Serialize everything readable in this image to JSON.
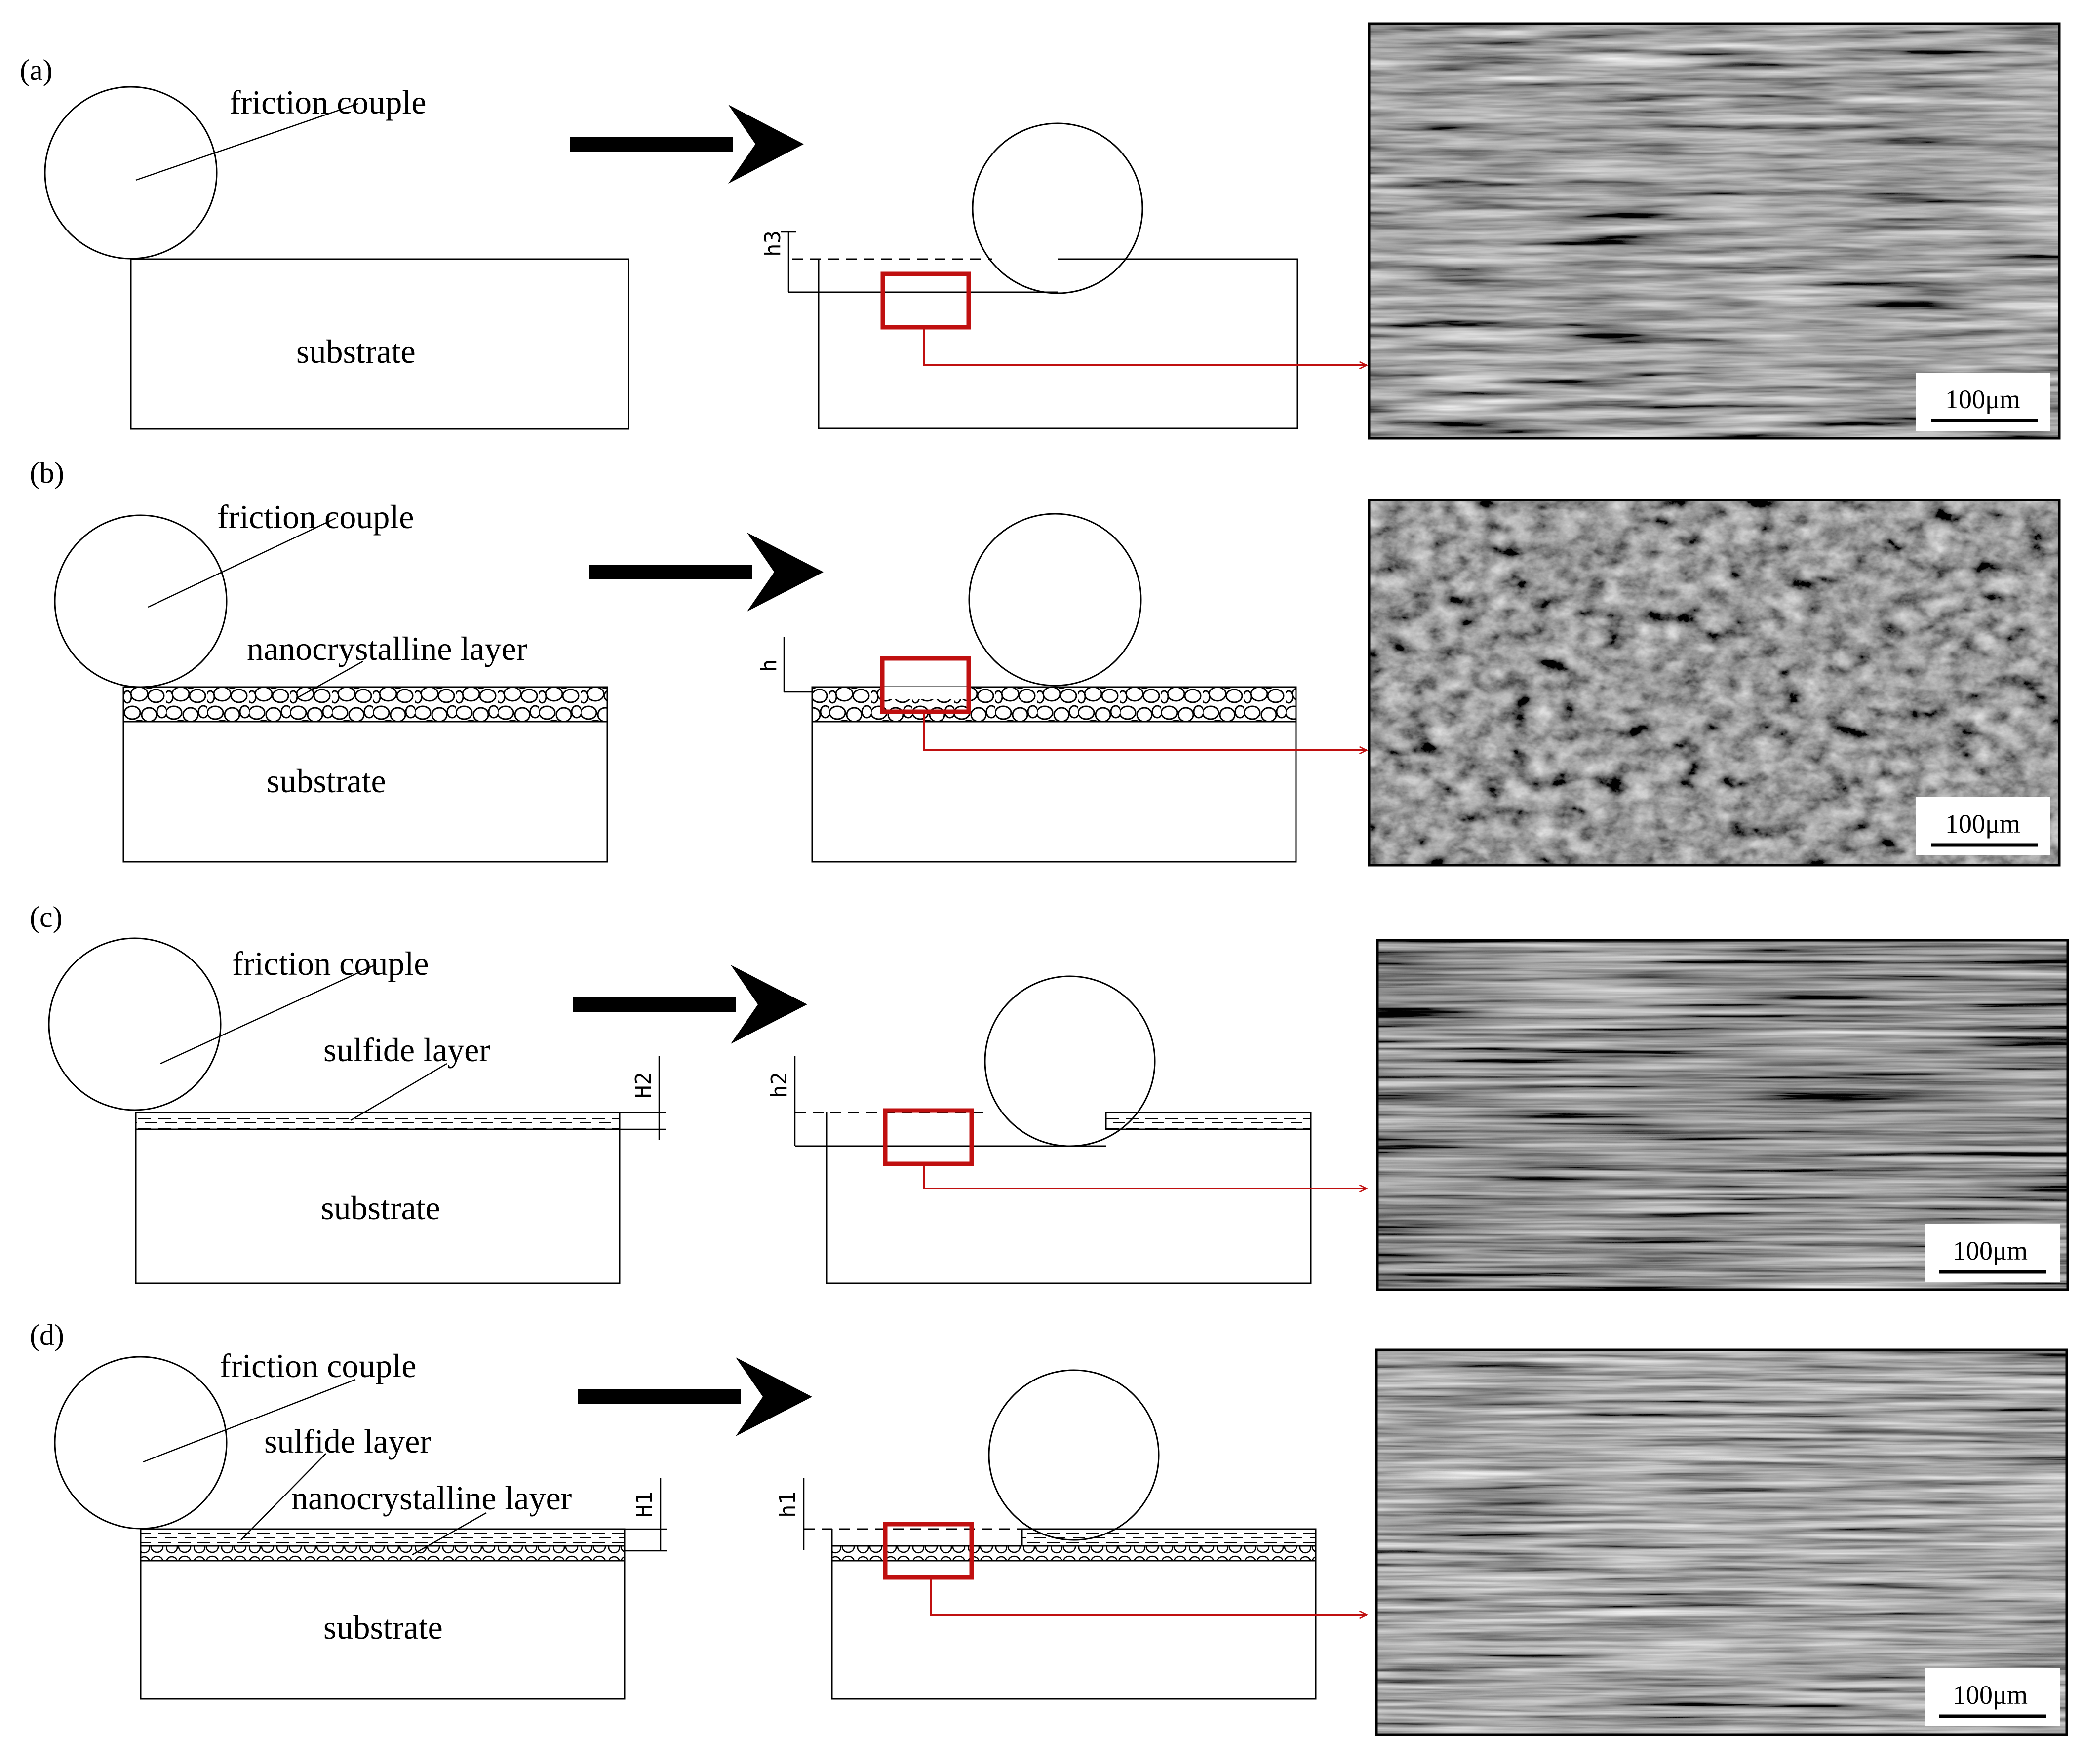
{
  "rows": [
    {
      "id": "a",
      "panel": "(a)",
      "couple": "friction couple",
      "substrate": "substrate",
      "dim_right": "h3",
      "scale": "100μm"
    },
    {
      "id": "b",
      "panel": "(b)",
      "couple": "friction couple",
      "nano": "nanocrystalline layer",
      "substrate": "substrate",
      "dim_right": "h",
      "scale": "100μm"
    },
    {
      "id": "c",
      "panel": "(c)",
      "couple": "friction couple",
      "sulfide": "sulfide layer",
      "substrate": "substrate",
      "dim_left": "H2",
      "dim_right": "h2",
      "scale": "100μm"
    },
    {
      "id": "d",
      "panel": "(d)",
      "couple": "friction couple",
      "sulfide": "sulfide layer",
      "nano": "nanocrystalline layer",
      "substrate": "substrate",
      "dim_left": "H1",
      "dim_right": "h1",
      "scale": "100μm"
    }
  ],
  "colors": {
    "highlight": "#c01010",
    "sem_dark": "#2a2a2a",
    "sem_light": "#d8d8d8"
  },
  "icons": {
    "process": "arrow-right-icon"
  }
}
